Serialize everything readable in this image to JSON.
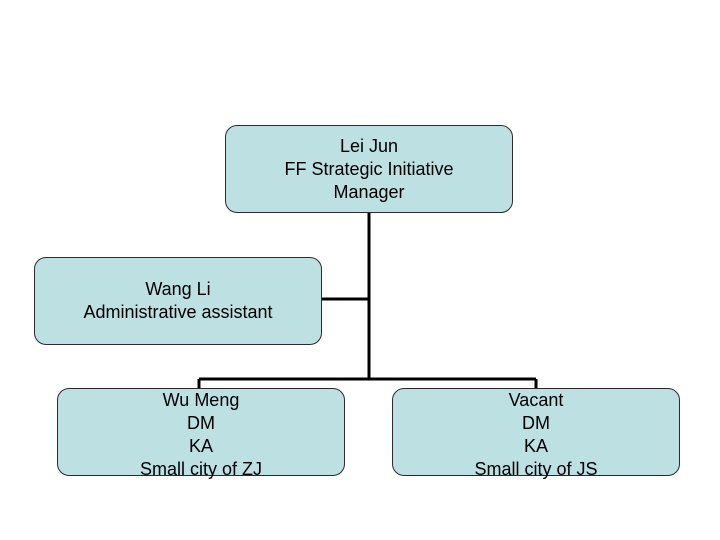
{
  "colors": {
    "node_fill": "#bde0e3",
    "node_border": "#2b2b2b",
    "connector": "#000000"
  },
  "nodes": {
    "lei": {
      "lines": [
        "Lei Jun",
        "FF Strategic Initiative",
        "Manager"
      ]
    },
    "wang": {
      "lines": [
        "Wang Li",
        "Administrative assistant"
      ]
    },
    "wu": {
      "lines": [
        "Wu Meng",
        "DM",
        "KA",
        "Small city of ZJ"
      ]
    },
    "vacant": {
      "lines": [
        "Vacant",
        "DM",
        "KA",
        "Small city of JS"
      ]
    }
  }
}
